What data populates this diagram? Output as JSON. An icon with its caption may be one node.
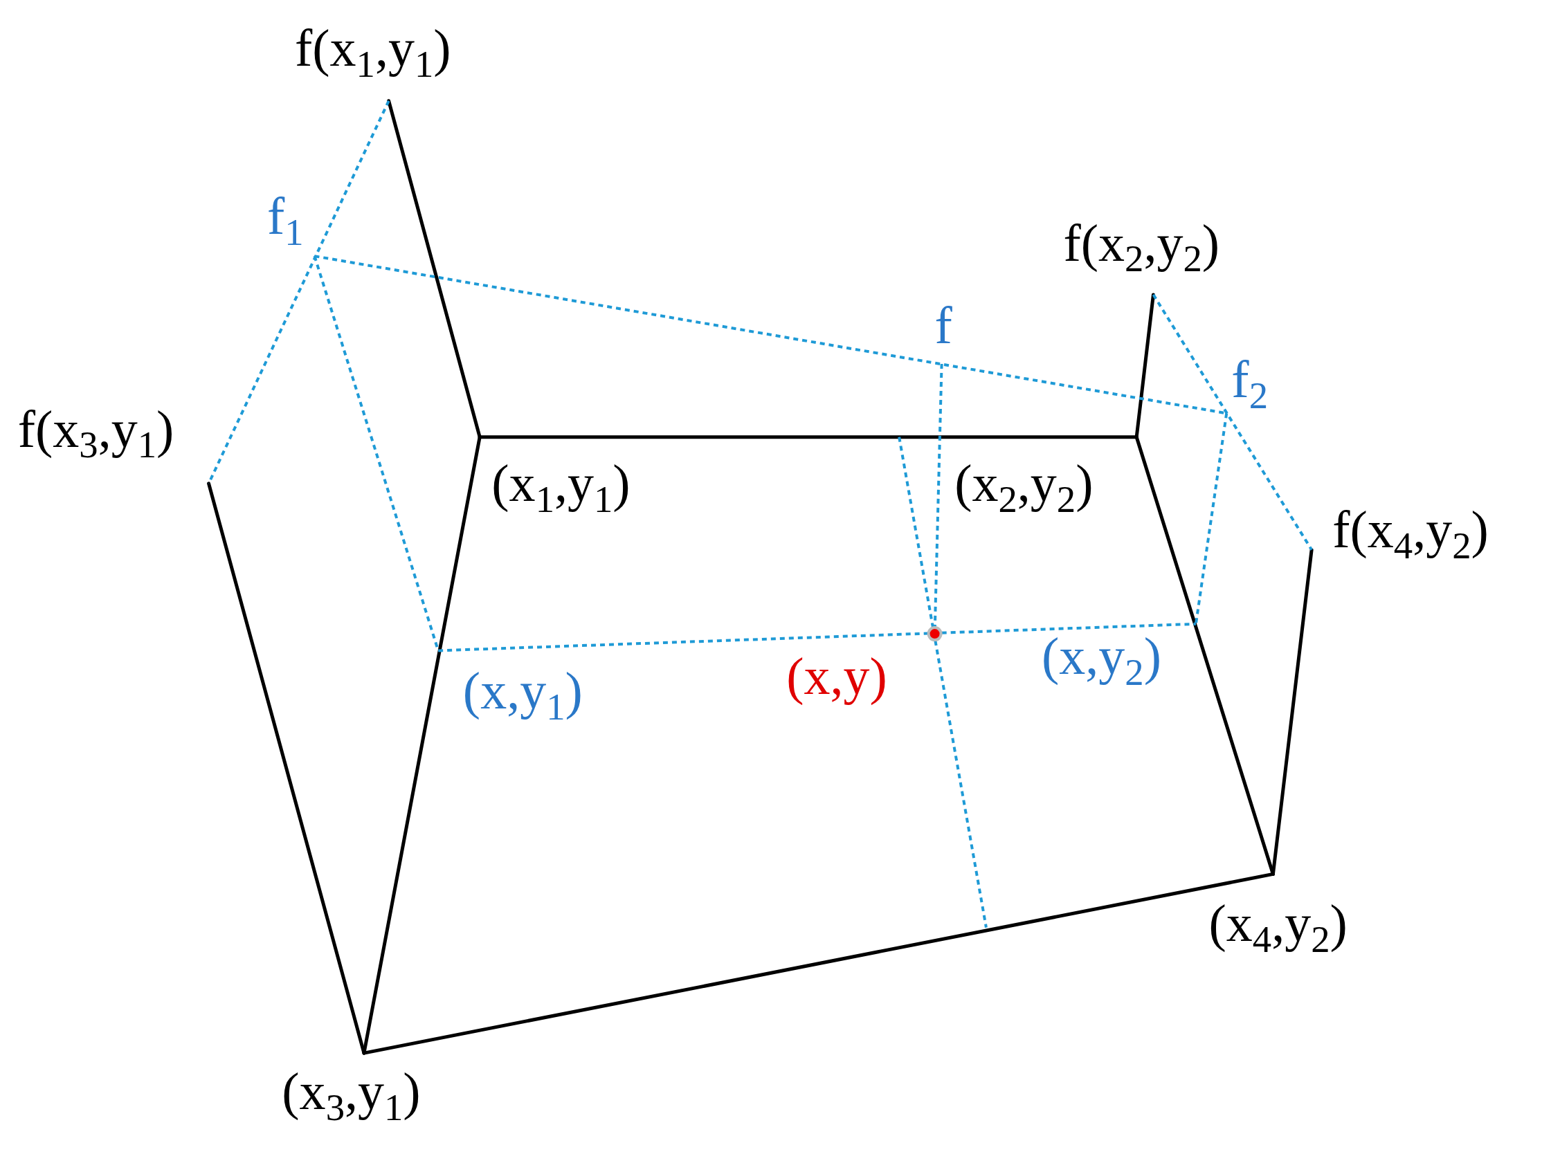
{
  "diagram": {
    "labels": [
      "f(x$_{1}$,y$_{1}$)",
      "f$_{1}$",
      "f(x$_{2}$,y$_{2}$)",
      "f",
      "f$_{2}$",
      "f(x$_{3}$,y$_{1}$)",
      "(x$_{1}$,y$_{1}$)",
      "(x$_{2}$,y$_{2}$)",
      "f(x$_{4}$,y$_{2}$)",
      "(x,y$_{2}$)",
      "(x,y)",
      "(x,y$_{1}$)",
      "(x$_{4}$,y$_{2}$)",
      "(x$_{3}$,y$_{1}$)"
    ]
  }
}
